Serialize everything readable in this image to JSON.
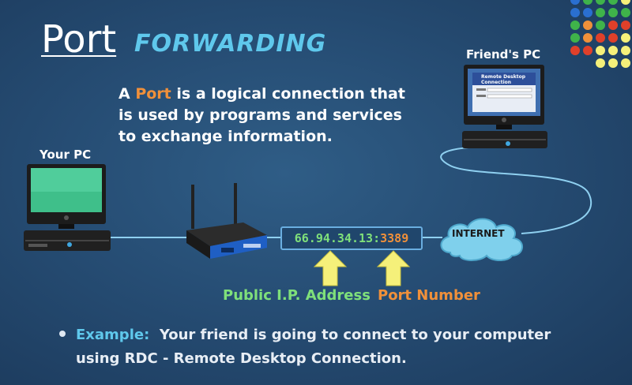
{
  "title": {
    "word1": "Port",
    "word2": "FORWARDING"
  },
  "description": {
    "prefix": "A ",
    "highlight": "Port",
    "line1_rest": " is a logical connection that",
    "line2": "is used by programs and services",
    "line3": "to exchange information."
  },
  "nodes": {
    "your_pc": "Your PC",
    "friends_pc": "Friend's PC",
    "internet": "INTERNET",
    "rdc_window_title": "Remote Desktop Connection"
  },
  "address": {
    "ip": "66.94.34.13",
    "separator": ":",
    "port": "3389"
  },
  "labels": {
    "public_ip": "Public I.P. Address",
    "port_number": "Port Number"
  },
  "example": {
    "label": "Example:",
    "line1": "  Your friend is going to connect to your computer",
    "line2": "using RDC - Remote Desktop Connection."
  },
  "colors": {
    "accent_orange": "#f0903a",
    "accent_green": "#7fe07a",
    "accent_cyan": "#5fc8ec",
    "arrow_yellow": "#f5f07a",
    "link_line": "#8fd0f0",
    "cloud": "#7fd0ec"
  },
  "icons": [
    "desktop-pc-icon",
    "wifi-router-icon",
    "cloud-icon",
    "arrow-up-icon",
    "bullet-dot-icon"
  ]
}
